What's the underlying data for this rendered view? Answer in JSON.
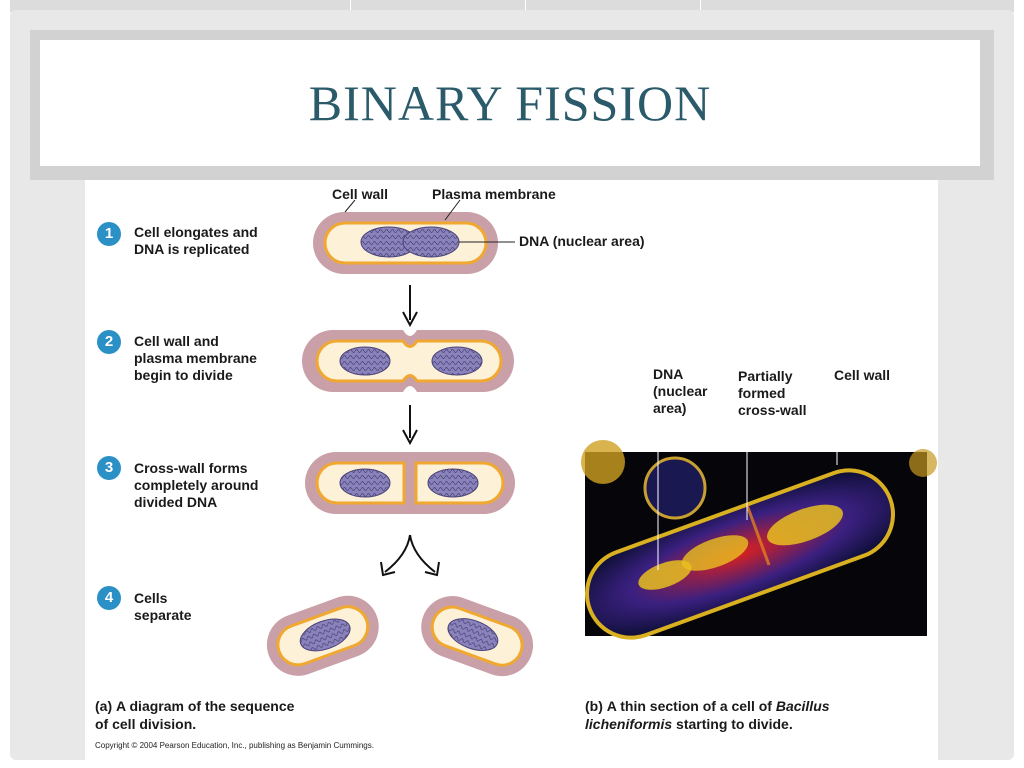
{
  "title": "BINARY FISSION",
  "labels": {
    "cell_wall": "Cell wall",
    "plasma_membrane": "Plasma membrane",
    "dna_nuclear_area": "DNA (nuclear area)"
  },
  "steps": [
    {
      "num": "1",
      "line1": "Cell elongates and",
      "line2": "DNA is replicated",
      "line3": ""
    },
    {
      "num": "2",
      "line1": "Cell wall and",
      "line2": "plasma membrane",
      "line3": "begin to divide"
    },
    {
      "num": "3",
      "line1": "Cross-wall forms",
      "line2": "completely around",
      "line3": "divided DNA"
    },
    {
      "num": "4",
      "line1": "Cells",
      "line2": "separate",
      "line3": ""
    }
  ],
  "micrograph_labels": {
    "dna_line1": "DNA",
    "dna_line2": "(nuclear",
    "dna_line3": "area)",
    "partial_line1": "Partially",
    "partial_line2": "formed",
    "partial_line3": "cross-wall",
    "cell_wall": "Cell wall"
  },
  "caption_a": {
    "tag": "(a)",
    "line1_rest": "A diagram of the sequence",
    "line2": "of cell division."
  },
  "caption_b": {
    "tag": "(b)",
    "line1_rest": "A thin section of a cell of",
    "line1_italic": "Bacillus",
    "line2_italic": "licheniformis",
    "line2_rest": "starting to divide."
  },
  "copyright": "Copyright © 2004 Pearson Education, Inc., publishing as Benjamin Cummings.",
  "colors": {
    "title": "#2b5b6b",
    "step_circle": "#2a90c6",
    "cell_wall": "#c9a0a8",
    "membrane": "#f0a830",
    "cytoplasm": "#fdf1d8",
    "dna": "#7d74b0"
  }
}
